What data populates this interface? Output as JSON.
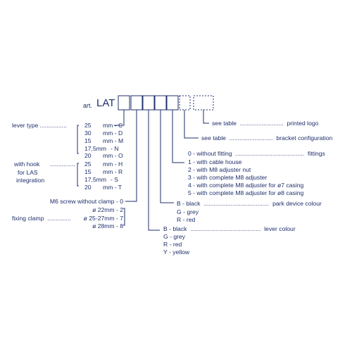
{
  "header": {
    "art_label": "art.",
    "code_prefix": "LAT"
  },
  "lever_type": {
    "label": "lever type ................",
    "options": [
      {
        "size": "25",
        "code": "mm - C"
      },
      {
        "size": "30",
        "code": "mm - D"
      },
      {
        "size": "15",
        "code": "mm - M"
      },
      {
        "size": "17,5mm",
        "code": "- N"
      },
      {
        "size": "20",
        "code": "mm - O"
      }
    ]
  },
  "hook": {
    "label_lines": [
      "with hook",
      "for LAS",
      "integration"
    ],
    "dots": "...............",
    "options": [
      {
        "size": "25",
        "code": "mm - H"
      },
      {
        "size": "15",
        "code": "mm - R"
      },
      {
        "size": "17,5mm",
        "code": "- S"
      },
      {
        "size": "20",
        "code": "mm - T"
      }
    ]
  },
  "printed_logo": {
    "text": "see table  ..........................  printed logo"
  },
  "bracket": {
    "text": "see table  ..........................  bracket configuration"
  },
  "fittings": {
    "items": [
      "0 - without fitting  .........................................  fittings",
      "1 - with cable house",
      "2 - with M8 adjuster nut",
      "3 - with complete M8 adjuster",
      "4 - with complete M8 adjuster for ø7 casing",
      "5 - with complete M8 adjuster for ø8 casing"
    ]
  },
  "park_colour": {
    "items": [
      "B - black  .......................................  park device colour",
      "G - grey",
      "R - red"
    ]
  },
  "lever_colour": {
    "items": [
      "B - black  ..........................................  lever colour",
      "G - grey",
      "R - red",
      "Y - yellow"
    ]
  },
  "clamp": {
    "items": [
      "M6 screw without clamp - 0",
      "ø 22mm - 2",
      "ø 25-27mm - 7",
      "ø 28mm - 8"
    ],
    "label": "fixing clamp  .............."
  },
  "colors": {
    "ink": "#1f2f6b",
    "background": "#ffffff"
  }
}
